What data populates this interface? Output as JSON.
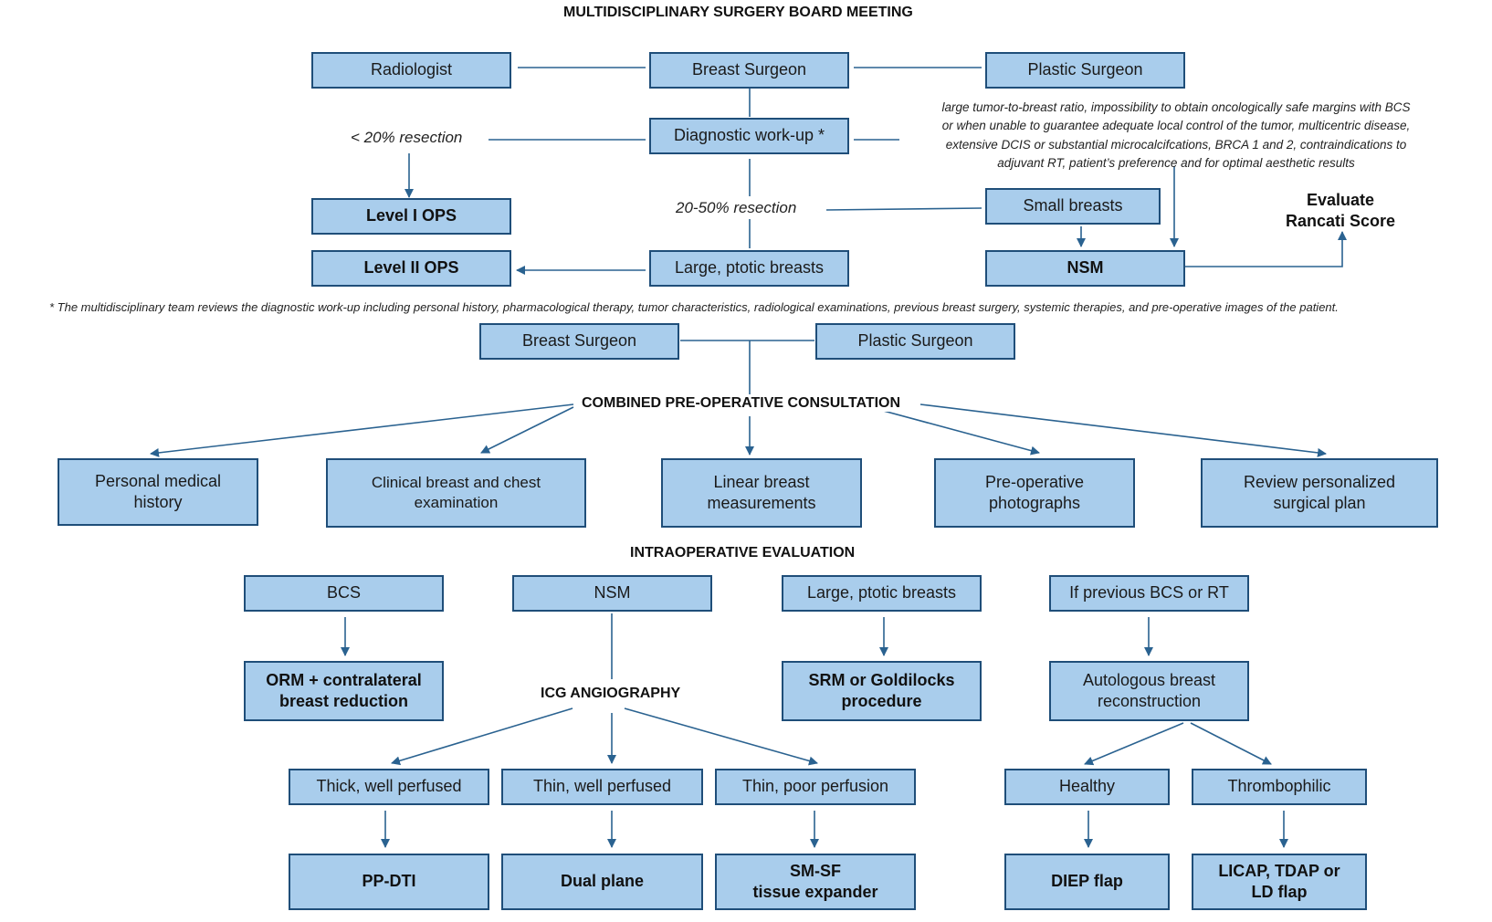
{
  "title": "MULTIDISCIPLINARY SURGERY BOARD MEETING",
  "board": {
    "radiologist": "Radiologist",
    "breast_surgeon": "Breast Surgeon",
    "plastic_surgeon": "Plastic Surgeon",
    "diagnostic_workup": "Diagnostic work-up *",
    "less20": "< 20% resection",
    "level1": "Level I OPS",
    "mid": "20-50% resection",
    "level2": "Level II OPS",
    "large_ptotic": "Large, ptotic breasts",
    "small_breasts": "Small breasts",
    "nsm": "NSM",
    "evaluate_line1": "Evaluate",
    "evaluate_line2": "Rancati Score",
    "criteria_line1": "large tumor-to-breast ratio, impossibility to obtain oncologically safe margins with BCS",
    "criteria_line2": "or when unable to guarantee adequate local control of the tumor, multicentric disease,",
    "criteria_line3": "extensive DCIS or substantial microcalcifcations, BRCA 1 and 2, contraindications to",
    "criteria_line4": "adjuvant RT, patient’s preference and for optimal aesthetic results"
  },
  "footnote": "* The multidisciplinary team reviews the diagnostic work-up including personal history, pharmacological therapy, tumor characteristics, radiological examinations, previous breast surgery, systemic therapies, and pre-operative images of the patient.",
  "consult": {
    "breast_surgeon": "Breast Surgeon",
    "plastic_surgeon": "Plastic Surgeon",
    "heading": "COMBINED PRE-OPERATIVE CONSULTATION",
    "items": [
      {
        "l1": "Personal medical",
        "l2": "history"
      },
      {
        "l1": "Clinical breast and chest",
        "l2": "examination"
      },
      {
        "l1": "Linear breast",
        "l2": "measurements"
      },
      {
        "l1": "Pre-operative",
        "l2": "photographs"
      },
      {
        "l1": "Review personalized",
        "l2": "surgical plan"
      }
    ]
  },
  "intraop": {
    "heading": "INTRAOPERATIVE EVALUATION",
    "bcs": "BCS",
    "nsm": "NSM",
    "large_ptotic": "Large, ptotic breasts",
    "prev": "If previous BCS or RT",
    "orm_l1": "ORM + contralateral",
    "orm_l2": "breast reduction",
    "icg": "ICG ANGIOGRAPHY",
    "srm_l1": "SRM or Goldilocks",
    "srm_l2": "procedure",
    "auto_l1": "Autologous breast",
    "auto_l2": "reconstruction",
    "thick": "Thick, well perfused",
    "thin_well": "Thin, well perfused",
    "thin_poor": "Thin, poor perfusion",
    "healthy": "Healthy",
    "thrombo": "Thrombophilic",
    "ppdti": "PP-DTI",
    "dual": "Dual plane",
    "smsf_l1": "SM-SF",
    "smsf_l2": "tissue expander",
    "diep": "DIEP flap",
    "licap_l1": "LICAP, TDAP or",
    "licap_l2": "LD flap"
  }
}
